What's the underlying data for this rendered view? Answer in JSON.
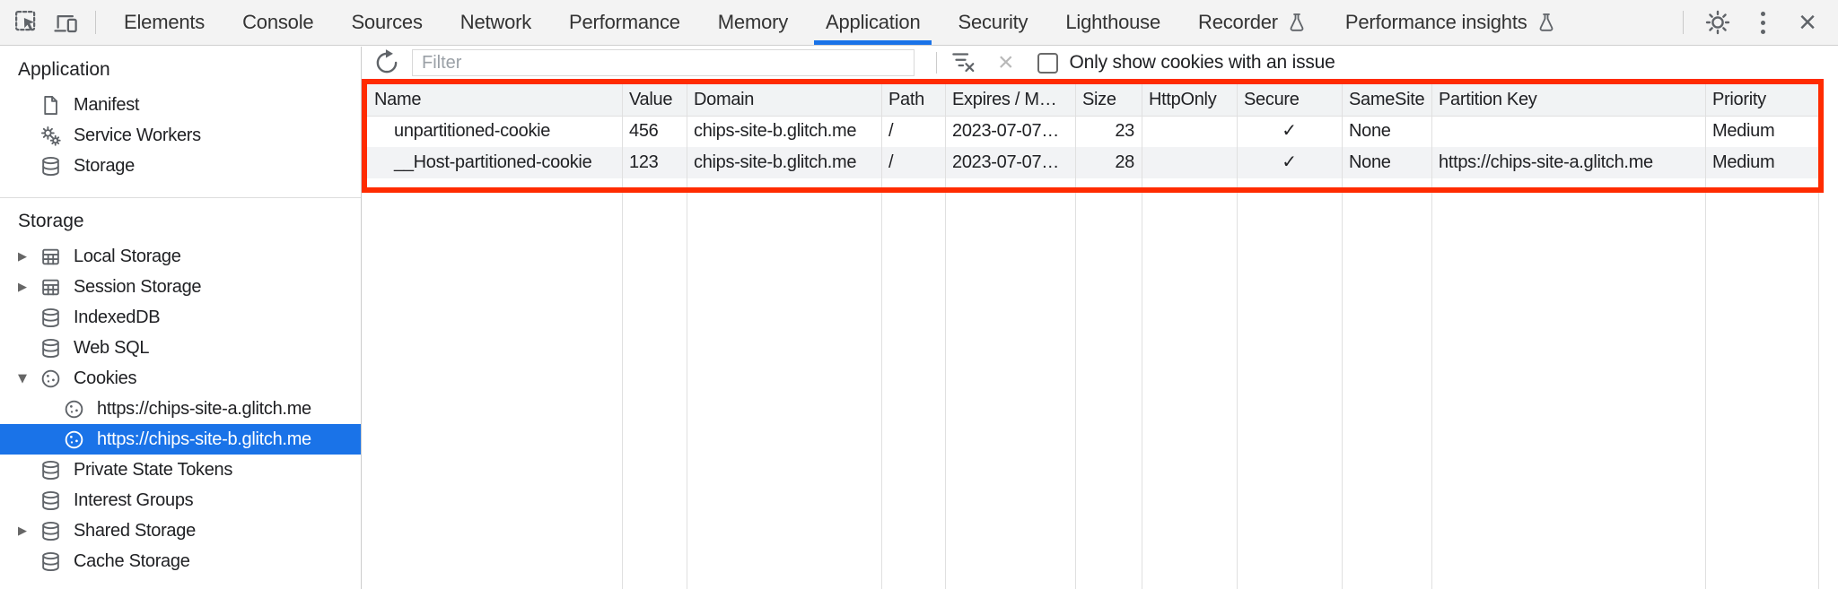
{
  "tabbar": {
    "tabs": [
      {
        "label": "Elements"
      },
      {
        "label": "Console"
      },
      {
        "label": "Sources"
      },
      {
        "label": "Network"
      },
      {
        "label": "Performance"
      },
      {
        "label": "Memory"
      },
      {
        "label": "Application",
        "active": true
      },
      {
        "label": "Security"
      },
      {
        "label": "Lighthouse"
      },
      {
        "label": "Recorder",
        "experimental": true
      },
      {
        "label": "Performance insights",
        "experimental": true
      }
    ]
  },
  "sidebar": {
    "sections": [
      {
        "title": "Application",
        "items": [
          {
            "label": "Manifest",
            "icon": "document-icon"
          },
          {
            "label": "Service Workers",
            "icon": "gears-icon"
          },
          {
            "label": "Storage",
            "icon": "database-icon"
          }
        ]
      },
      {
        "title": "Storage",
        "items": [
          {
            "label": "Local Storage",
            "icon": "table-icon",
            "arrow": "▶"
          },
          {
            "label": "Session Storage",
            "icon": "table-icon",
            "arrow": "▶"
          },
          {
            "label": "IndexedDB",
            "icon": "database-icon"
          },
          {
            "label": "Web SQL",
            "icon": "database-icon"
          },
          {
            "label": "Cookies",
            "icon": "cookie-icon",
            "arrow": "▼"
          },
          {
            "label": "https://chips-site-a.glitch.me",
            "icon": "cookie-icon",
            "child": true
          },
          {
            "label": "https://chips-site-b.glitch.me",
            "icon": "cookie-icon",
            "child": true,
            "selected": true
          },
          {
            "label": "Private State Tokens",
            "icon": "database-icon"
          },
          {
            "label": "Interest Groups",
            "icon": "database-icon"
          },
          {
            "label": "Shared Storage",
            "icon": "database-icon",
            "arrow": "▶"
          },
          {
            "label": "Cache Storage",
            "icon": "database-icon"
          }
        ]
      }
    ]
  },
  "toolbar": {
    "filter_placeholder": "Filter",
    "only_issue_label": "Only show cookies with an issue"
  },
  "table": {
    "columns": [
      "Name",
      "Value",
      "Domain",
      "Path",
      "Expires / M…",
      "Size",
      "HttpOnly",
      "Secure",
      "SameSite",
      "Partition Key",
      "Priority"
    ],
    "rows": [
      {
        "cells": [
          "unpartitioned-cookie",
          "456",
          "chips-site-b.glitch.me",
          "/",
          "2023-07-07…",
          "23",
          "",
          "✓",
          "None",
          "",
          "Medium"
        ]
      },
      {
        "cells": [
          "__Host-partitioned-cookie",
          "123",
          "chips-site-b.glitch.me",
          "/",
          "2023-07-07…",
          "28",
          "",
          "✓",
          "None",
          "https://chips-site-a.glitch.me",
          "Medium"
        ]
      }
    ]
  },
  "colors": {
    "accent_blue": "#1a73e8",
    "highlight_red": "#ff2b00",
    "toolbar_bg": "#f3f3f3",
    "header_bg": "#f1f3f4",
    "row_alt": "#f2f3f5",
    "grid_line": "#e0e0e0",
    "icon_gray": "#5f6368"
  }
}
